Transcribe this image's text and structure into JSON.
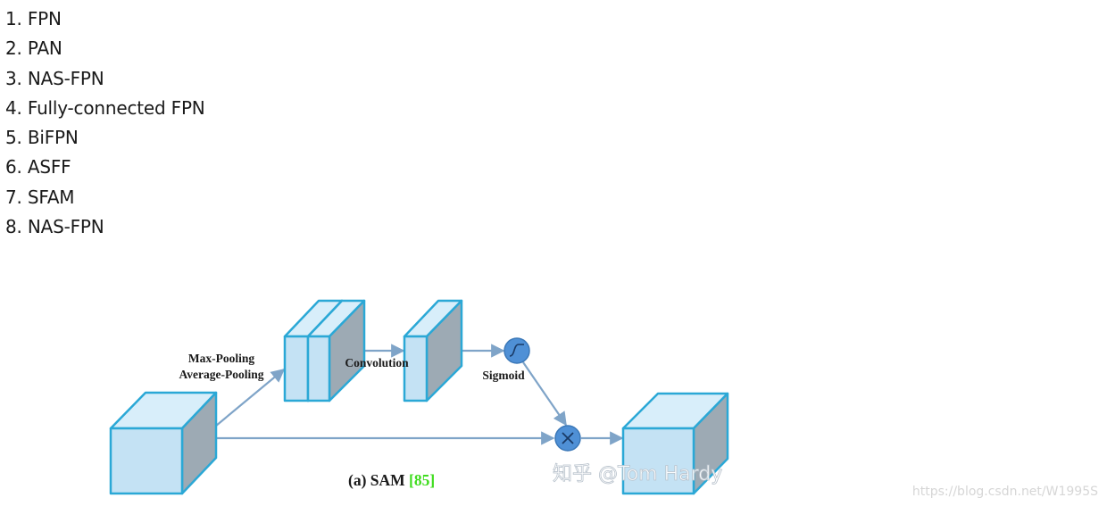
{
  "list": {
    "items": [
      {
        "number": "1.",
        "label": "FPN"
      },
      {
        "number": "2.",
        "label": "PAN"
      },
      {
        "number": "3.",
        "label": "NAS-FPN"
      },
      {
        "number": "4.",
        "label": "Fully-connected FPN"
      },
      {
        "number": "5.",
        "label": "BiFPN"
      },
      {
        "number": "6.",
        "label": "ASFF"
      },
      {
        "number": "7.",
        "label": "SFAM"
      },
      {
        "number": "8.",
        "label": "NAS-FPN"
      }
    ]
  },
  "figure": {
    "labels": {
      "pooling_max": "Max-Pooling",
      "pooling_avg": "Average-Pooling",
      "convolution": "Convolution",
      "sigmoid": "Sigmoid"
    },
    "caption": {
      "prefix": "(a) SAM ",
      "ref": "[85]"
    },
    "watermark_zhihu": "知乎 @Tom Hardy",
    "watermark_csdn": "https://blog.csdn.net/W1995S",
    "colors": {
      "cube_front": "#c4e2f4",
      "cube_top": "#d8eefa",
      "cube_side": "#9daab4",
      "cube_edge": "#2ba8d6",
      "arrow": "#7fa4c8",
      "node_fill": "#4f90d6",
      "citation": "#3fdc1e"
    }
  }
}
